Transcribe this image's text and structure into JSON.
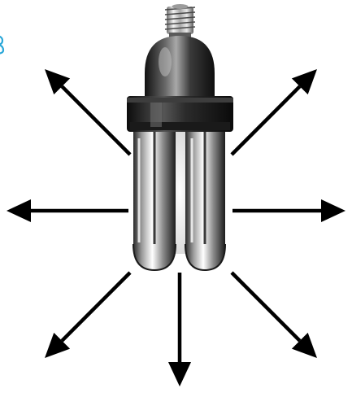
{
  "diagram": {
    "subject": "compact-fluorescent-bulb",
    "arrows": [
      {
        "id": "up-left",
        "direction": "up-left"
      },
      {
        "id": "up-right",
        "direction": "up-right"
      },
      {
        "id": "left",
        "direction": "left"
      },
      {
        "id": "right",
        "direction": "right"
      },
      {
        "id": "down-left",
        "direction": "down-left"
      },
      {
        "id": "down",
        "direction": "down"
      },
      {
        "id": "down-right",
        "direction": "down-right"
      }
    ]
  },
  "colors": {
    "background": "#ffffff",
    "arrow": "#000000",
    "bulb_dark": "#1e1e1e",
    "glass": "#e6e6e6",
    "edge_mark": "#2aa7d8"
  }
}
